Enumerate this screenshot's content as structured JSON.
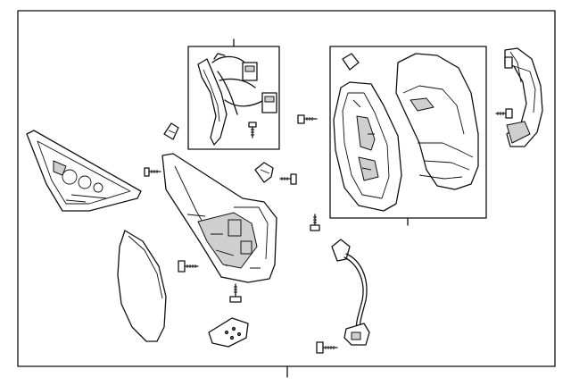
{
  "diagram": {
    "parts": [
      {
        "name": "wiring-harness"
      },
      {
        "name": "mirror-cover-cap"
      },
      {
        "name": "mirror-housing-base"
      },
      {
        "name": "mirror-glass"
      },
      {
        "name": "garnish-triangle"
      },
      {
        "name": "side-turn-lamp"
      },
      {
        "name": "mount-bracket"
      },
      {
        "name": "puddle-lamp-harness"
      }
    ],
    "fasteners": [
      "screw",
      "screw",
      "screw",
      "screw",
      "screw",
      "screw",
      "screw",
      "screw"
    ],
    "colors": {
      "line": "#111111",
      "fill": "#ffffff",
      "shade": "#cfcfcf",
      "dark": "#555555"
    }
  }
}
